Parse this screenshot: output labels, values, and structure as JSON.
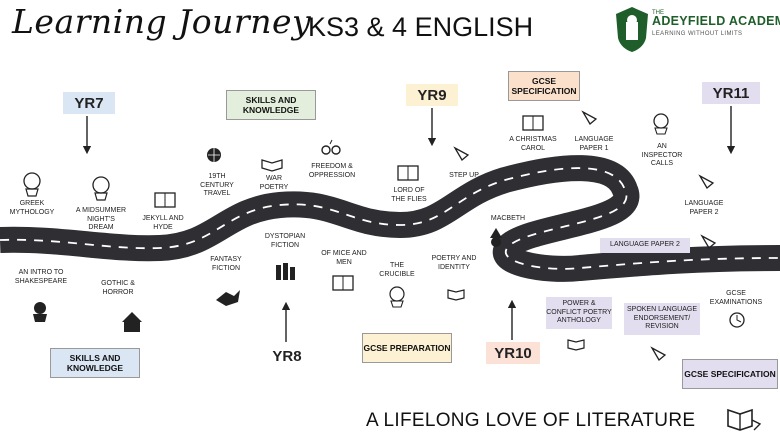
{
  "header": {
    "title_script": "Learning Journey",
    "title_main": "KS3 & 4 ENGLISH",
    "school_prefix": "THE",
    "school_name": "ADEYFIELD ACADEMY",
    "school_tagline": "LEARNING WITHOUT LIMITS"
  },
  "years": {
    "yr7": "YR7",
    "yr8": "YR8",
    "yr9": "YR9",
    "yr10": "YR10",
    "yr11": "YR11"
  },
  "sections": {
    "skills_top": "SKILLS AND KNOWLEDGE",
    "skills_bottom": "SKILLS AND KNOWLEDGE",
    "gcse_spec_top": "GCSE SPECIFICATION",
    "gcse_prep": "GCSE PREPARATION",
    "gcse_spec_bottom": "GCSE SPECIFICATION"
  },
  "topics": {
    "greek": "GREEK MYTHOLOGY",
    "midsummer": "A MIDSUMMER NIGHT'S DREAM",
    "jekyll": "JEKYLL AND HYDE",
    "intro_shakespeare": "AN INTRO TO SHAKESPEARE",
    "gothic": "GOTHIC & HORROR",
    "c19": "19TH CENTURY TRAVEL",
    "war_poetry": "WAR POETRY",
    "freedom": "FREEDOM & OPPRESSION",
    "dystopian": "DYSTOPIAN FICTION",
    "fantasy": "FANTASY FICTION",
    "mice_men": "OF MICE AND MEN",
    "crucible": "THE CRUCIBLE",
    "poetry_identity": "POETRY AND IDENTITY",
    "lord_flies": "LORD OF THE FLIES",
    "step_up": "STEP UP",
    "macbeth": "MACBETH",
    "christmas_carol": "A CHRISTMAS CAROL",
    "lang_paper1": "LANGUAGE PAPER 1",
    "inspector": "AN INSPECTOR CALLS",
    "lang_paper2_a": "LANGUAGE PAPER 2",
    "lang_paper2_b": "LANGUAGE PAPER 2",
    "power_conflict": "POWER & CONFLICT POETRY ANTHOLOGY",
    "spoken_language": "SPOKEN LANGUAGE ENDORSEMENT/ REVISION",
    "gcse_exams": "GCSE EXAMINATIONS"
  },
  "footer": "A LIFELONG LOVE OF LITERATURE",
  "colors": {
    "road": "#2e2e33",
    "road_stripe": "#ffffff",
    "school_green": "#1f5e2a"
  },
  "icons": [
    "greek-head-icon",
    "shakespeare-head-icon",
    "book-icon",
    "globe-icon",
    "open-book-icon",
    "handcuffs-icon",
    "dragon-icon",
    "bookshelf-icon",
    "hand-writing-icon",
    "witch-icon",
    "haunted-house-icon",
    "clock-icon",
    "crest-icon"
  ]
}
